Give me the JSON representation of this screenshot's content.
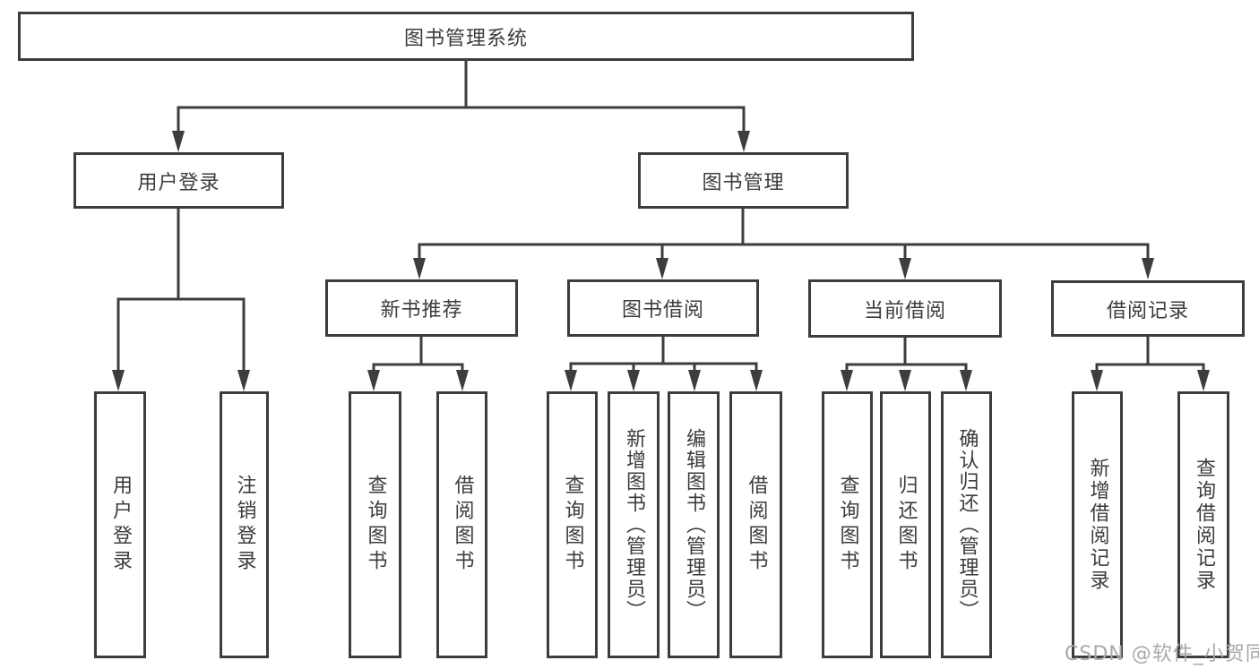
{
  "diagram": {
    "type": "hierarchy-tree",
    "nodes": {
      "root": {
        "label": "图书管理系统"
      },
      "level2": [
        {
          "id": "user-login",
          "label": "用户登录",
          "parent": "图书管理系统"
        },
        {
          "id": "book-management",
          "label": "图书管理",
          "parent": "图书管理系统"
        }
      ],
      "level3": [
        {
          "id": "new-book-recommendation",
          "label": "新书推荐",
          "parent": "图书管理"
        },
        {
          "id": "book-borrowing",
          "label": "图书借阅",
          "parent": "图书管理"
        },
        {
          "id": "current-borrowing",
          "label": "当前借阅",
          "parent": "图书管理"
        },
        {
          "id": "borrowing-records",
          "label": "借阅记录",
          "parent": "图书管理"
        }
      ],
      "leaves": [
        {
          "id": "leaf-user-login",
          "label": "用户登录",
          "parent": "用户登录"
        },
        {
          "id": "leaf-logout",
          "label": "注销登录",
          "parent": "用户登录"
        },
        {
          "id": "leaf-query-book-recommend",
          "label": "查询图书",
          "parent": "新书推荐"
        },
        {
          "id": "leaf-borrow-book-recommend",
          "label": "借阅图书",
          "parent": "新书推荐"
        },
        {
          "id": "leaf-query-book-borrow",
          "label": "查询图书",
          "parent": "图书借阅"
        },
        {
          "id": "leaf-add-book-admin",
          "label": "新增图书（管理员）",
          "parent": "图书借阅"
        },
        {
          "id": "leaf-edit-book-admin",
          "label": "编辑图书（管理员）",
          "parent": "图书借阅"
        },
        {
          "id": "leaf-borrow-book",
          "label": "借阅图书",
          "parent": "图书借阅"
        },
        {
          "id": "leaf-query-book-current",
          "label": "查询图书",
          "parent": "当前借阅"
        },
        {
          "id": "leaf-return-book",
          "label": "归还图书",
          "parent": "当前借阅"
        },
        {
          "id": "leaf-confirm-return-admin",
          "label": "确认归还（管理员）",
          "parent": "当前借阅"
        },
        {
          "id": "leaf-add-borrow-record",
          "label": "新增借阅记录",
          "parent": "借阅记录"
        },
        {
          "id": "leaf-query-borrow-record",
          "label": "查询借阅记录",
          "parent": "借阅记录"
        }
      ]
    },
    "colors": {
      "line": "#3d3d3d",
      "box_border": "#3d3d3d",
      "box_fill": "#ffffff",
      "text": "#3c3c3c",
      "background": "#ffffff",
      "watermark": "#a9a9a9"
    }
  },
  "watermark": {
    "text": "CSDN @软件_小贺同学"
  }
}
